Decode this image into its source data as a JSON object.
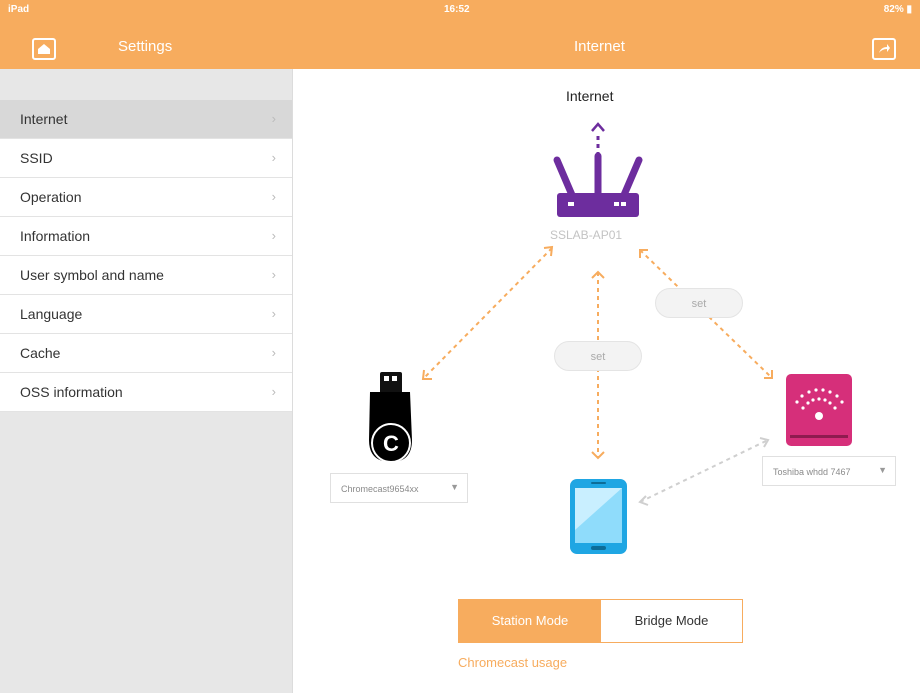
{
  "status_bar": {
    "device": "iPad",
    "time": "16:52",
    "battery": "82%"
  },
  "header": {
    "left_title": "Settings",
    "center_title": "Internet"
  },
  "sidebar": {
    "items": [
      {
        "label": "Internet",
        "active": true
      },
      {
        "label": "SSID",
        "active": false
      },
      {
        "label": "Operation",
        "active": false
      },
      {
        "label": "Information",
        "active": false
      },
      {
        "label": "User symbol and name",
        "active": false
      },
      {
        "label": "Language",
        "active": false
      },
      {
        "label": "Cache",
        "active": false
      },
      {
        "label": "OSS information",
        "active": false
      }
    ],
    "chevron": "›"
  },
  "main": {
    "title": "Internet",
    "router_name": "SSLAB-AP01",
    "set_label_1": "set",
    "set_label_2": "set",
    "chromecast_dropdown": "Chromecast9654xx",
    "tv_dropdown": "Toshiba whdd 7467",
    "chromecast_letter": "C",
    "dropdown_arrow": "▼"
  },
  "mode": {
    "station": "Station Mode",
    "bridge": "Bridge Mode",
    "usage_link": "Chromecast usage"
  },
  "colors": {
    "accent": "#f7ac5e",
    "router": "#6d2d9e",
    "tv": "#d62f7a",
    "phone": "#1fa6e3"
  }
}
